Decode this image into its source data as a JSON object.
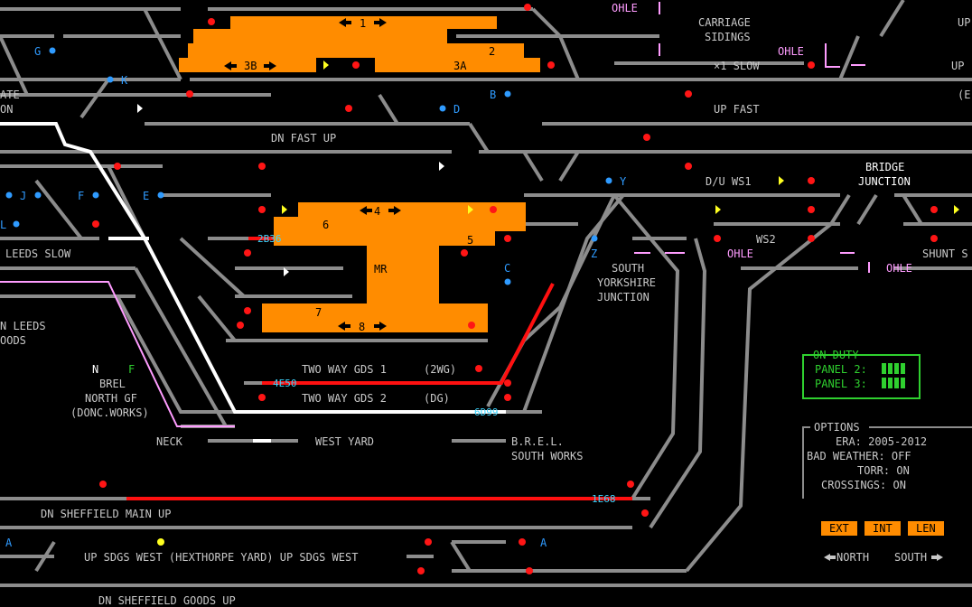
{
  "platforms": {
    "p1": "1",
    "p2": "2",
    "p3b": "3B",
    "p3a": "3A",
    "p4": "4",
    "p5": "5",
    "p6": "6",
    "p7": "7",
    "p8": "8",
    "mr": "MR"
  },
  "headcodes": {
    "h1": "2B36",
    "h2": "4E50",
    "h3": "6D99",
    "h4": "1E68"
  },
  "labels": {
    "carriage1": "CARRIAGE",
    "carriage2": "SIDINGS",
    "ohle": "OHLE",
    "slow1": "×1 SLOW",
    "up_right": "UP",
    "up_fast": "UP FAST",
    "dn_fast": "DN FAST UP",
    "d_u_ws1": "D/U WS1",
    "ws2": "WS2",
    "bridge1": "BRIDGE",
    "bridge2": "JUNCTION",
    "shunt": "SHUNT S",
    "leeds_slow": "LEEDS SLOW",
    "ate": "ATE",
    "on": "ON",
    "n_leeds": "N LEEDS",
    "oods": "OODS",
    "syj1": "SOUTH",
    "syj2": "YORKSHIRE",
    "syj3": "JUNCTION",
    "two_way1": "TWO WAY GDS 1",
    "two_way1_suffix": "(2WG)",
    "two_way2": "TWO WAY GDS 2",
    "two_way2_suffix": "(DG)",
    "brel1": "BREL",
    "brel2": "NORTH GF",
    "brel3": "(DONC.WORKS)",
    "n_letter": "N",
    "f_letter": "F",
    "neck": "NECK",
    "west_yard": "WEST YARD",
    "brel_sw1": "B.R.E.L.",
    "brel_sw2": "SOUTH WORKS",
    "dn_sheff_main": "DN SHEFFIELD MAIN UP",
    "up_sdgs": "UP SDGS WEST (HEXTHORPE YARD) UP SDGS WEST",
    "dn_sheff_goods": "DN  SHEFFIELD GOODS  UP",
    "e_right": "(E",
    "ao": "A"
  },
  "signal_letters": {
    "g": "G",
    "k": "K",
    "b": "B",
    "d": "D",
    "j": "J",
    "f": "F",
    "e": "E",
    "y": "Y",
    "z": "Z",
    "c": "C",
    "l": "L"
  },
  "status_panel": {
    "title": "ON DUTY",
    "panel2": "PANEL 2:",
    "panel3": "PANEL 3:"
  },
  "options": {
    "title": "OPTIONS",
    "era": "ERA: 2005-2012",
    "weather": "BAD WEATHER: OFF",
    "torr": "TORR: ON",
    "crossings": "CROSSINGS: ON"
  },
  "buttons": {
    "ext": "EXT",
    "int": "INT",
    "len": "LEN"
  },
  "nav": {
    "north": "NORTH",
    "south": "SOUTH"
  },
  "colors": {
    "platform": "#ff8c00",
    "track": "#8c8c8c",
    "route_set": "#ff1010",
    "occupied": "#ffffff",
    "signal_red": "#ff1515",
    "signal_yellow": "#ffff20",
    "label_blue": "#2f9bff",
    "headcode": "#3fd6ff",
    "ohle": "#ff9cff",
    "duty": "#2fd02f"
  }
}
